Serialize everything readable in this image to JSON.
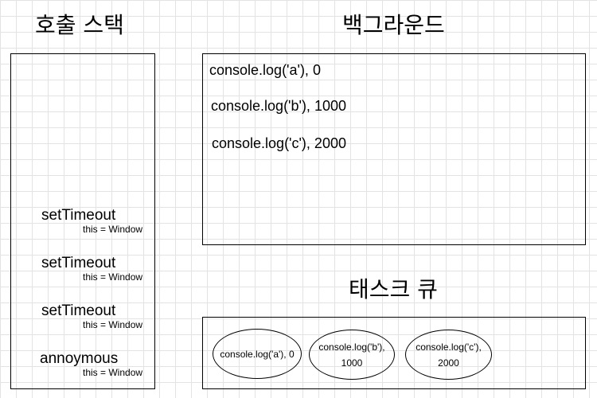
{
  "call_stack": {
    "title": "호출 스택",
    "frames": [
      {
        "name": "setTimeout",
        "this_label": "this = Window"
      },
      {
        "name": "setTimeout",
        "this_label": "this = Window"
      },
      {
        "name": "setTimeout",
        "this_label": "this = Window"
      },
      {
        "name": "annoymous",
        "this_label": "this = Window"
      }
    ]
  },
  "background": {
    "title": "백그라운드",
    "items": [
      "console.log('a'), 0",
      "console.log('b'), 1000",
      "console.log('c'), 2000"
    ]
  },
  "task_queue": {
    "title": "태스크 큐",
    "items": [
      {
        "line1": "console.log('a'), 0",
        "line2": ""
      },
      {
        "line1": "console.log('b'),",
        "line2": "1000"
      },
      {
        "line1": "console.log('c'),",
        "line2": "2000"
      }
    ]
  }
}
